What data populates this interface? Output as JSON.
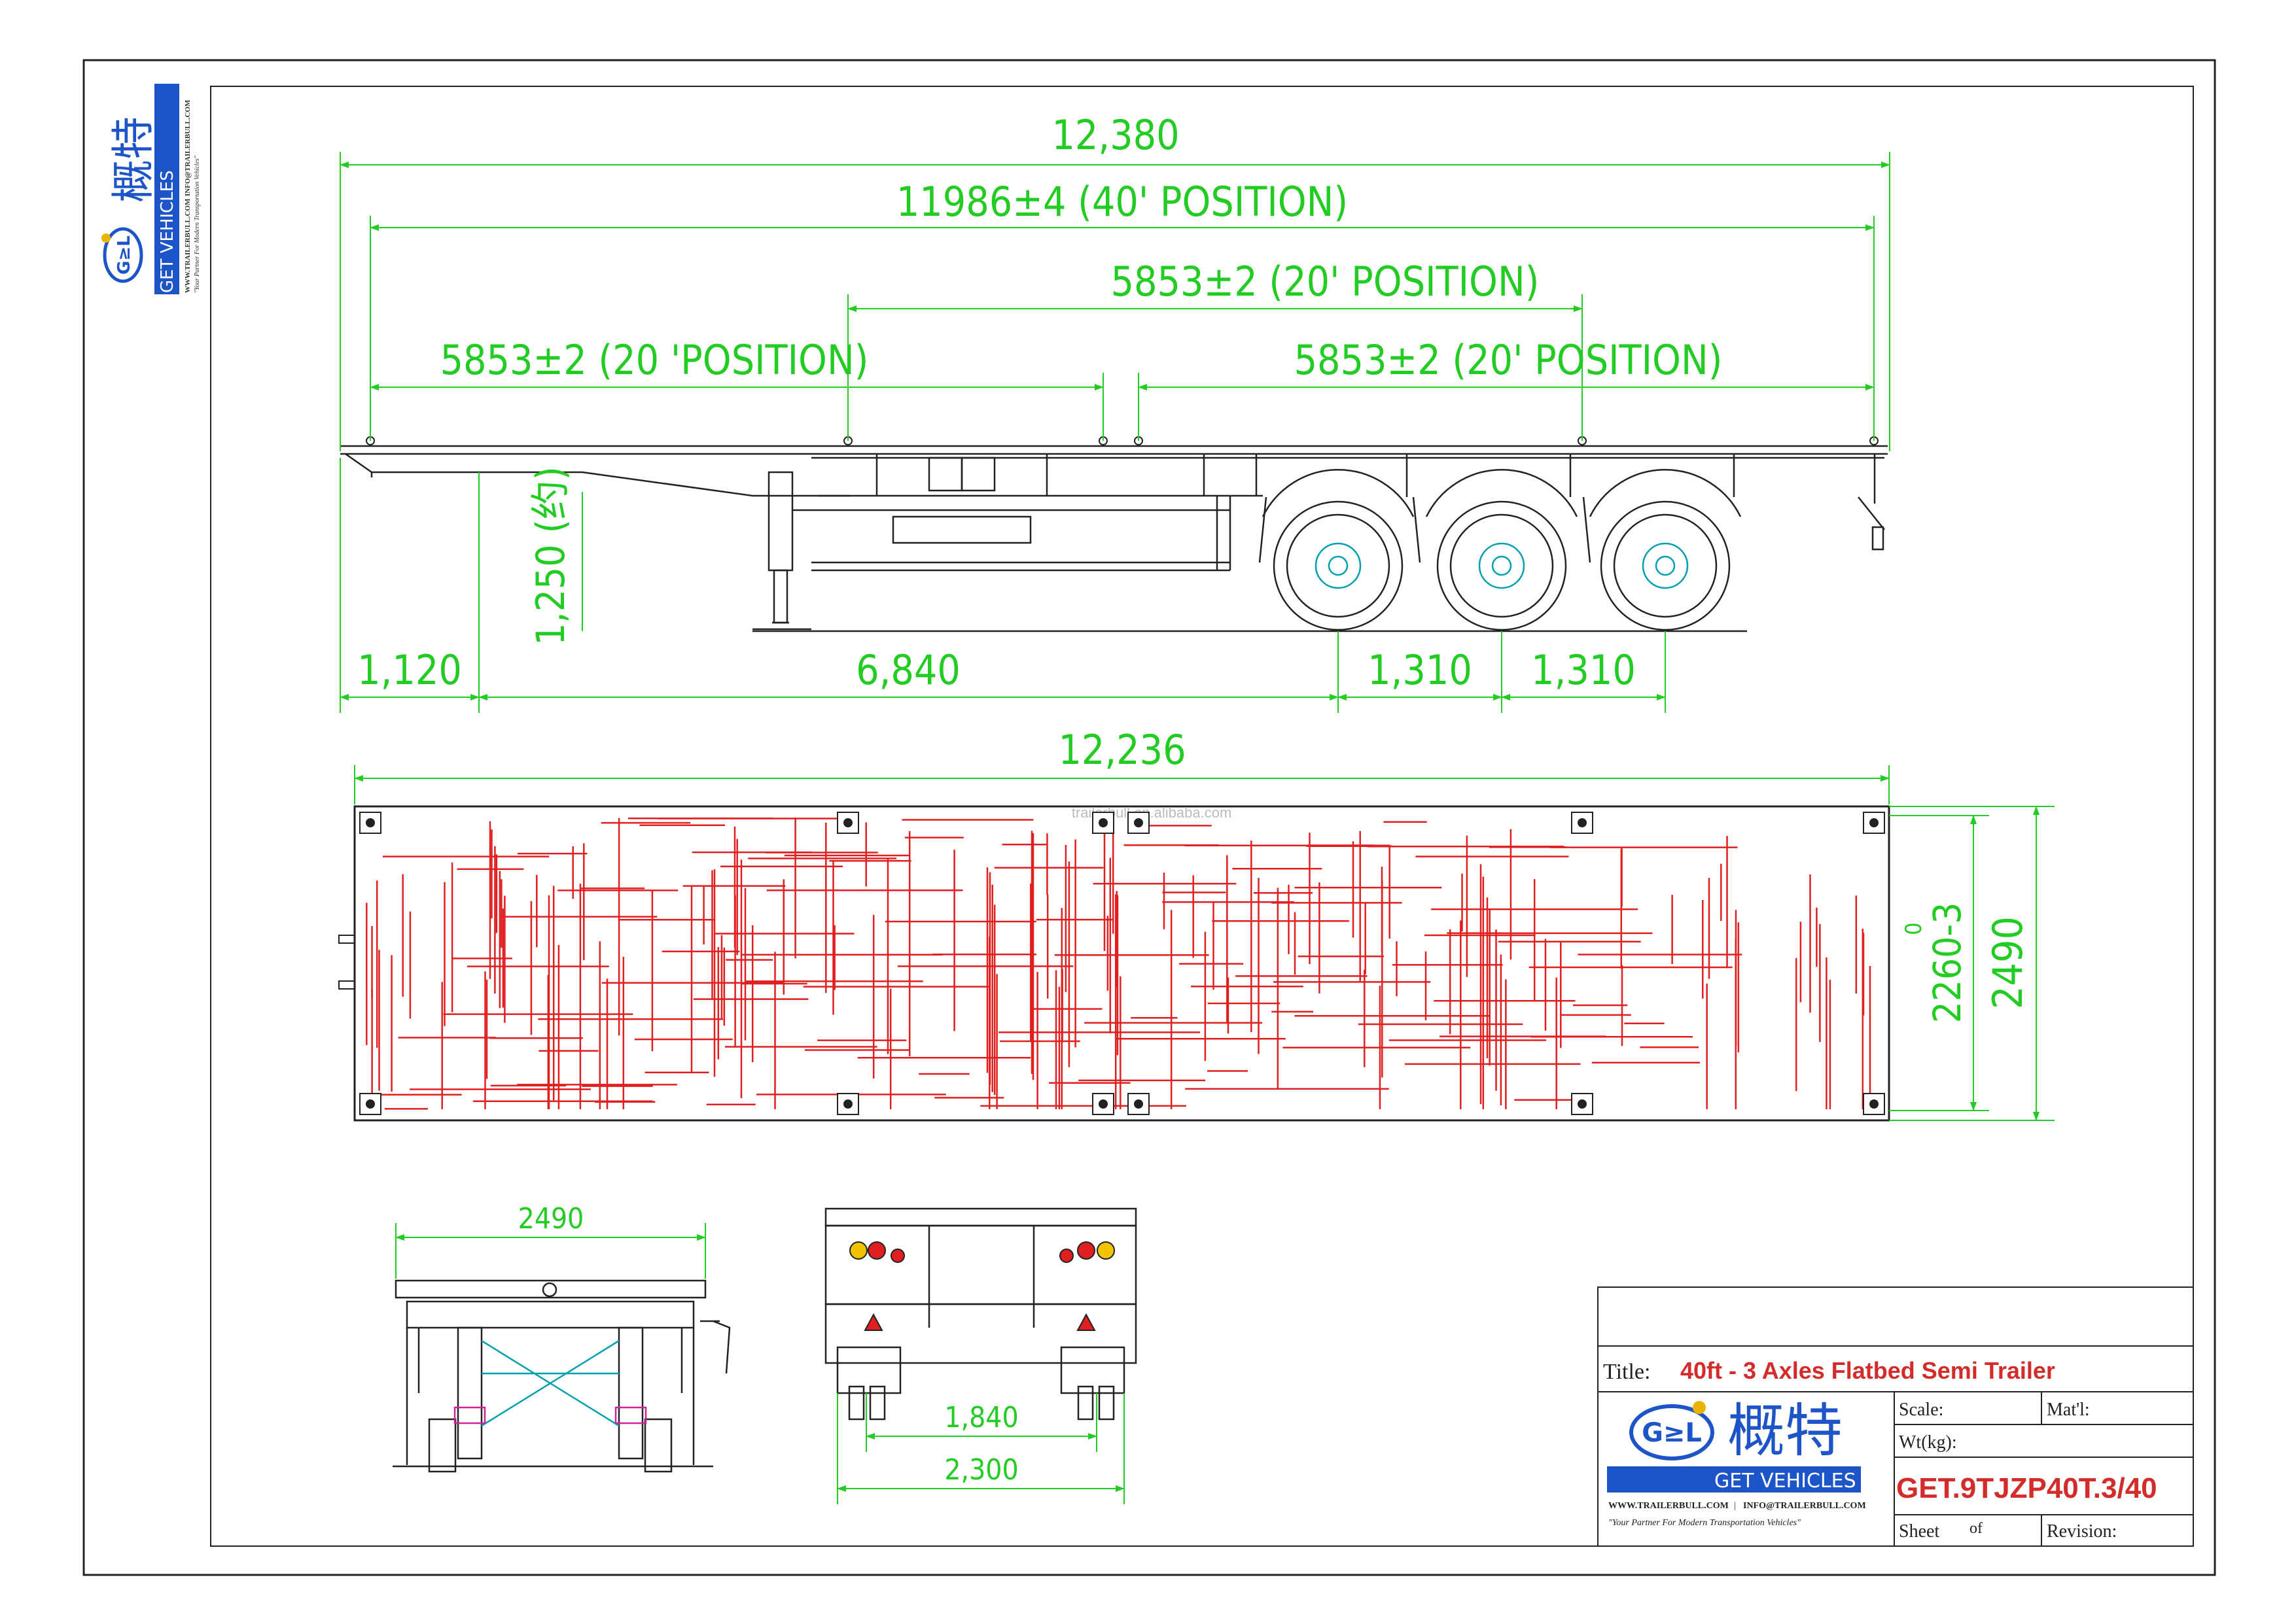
{
  "colors": {
    "line": "#222222",
    "dimension": "#22cc22",
    "hatch": "#e02020",
    "axle": "#00a0b0",
    "brand_blue": "#1d55c8",
    "title_red": "#d42b2b"
  },
  "logo": {
    "brand_cn": "概特",
    "brand_en": "GET VEHICLES",
    "website": "WWW.TRAILERBULL.COM",
    "email": "INFO@TRAILERBULL.COM",
    "slogan": "\"Your Partner For Modern Transportation Vehicles\""
  },
  "side_view": {
    "overall_length": "12,380",
    "position_40ft": "11986±4 (40' POSITION)",
    "position_20ft_middle": "5853±2 (20' POSITION)",
    "position_20ft_front": "5853±2 (20 'POSITION)",
    "position_20ft_rear": "5853±2 (20' POSITION)",
    "kingpin_height": "1,250 (约)",
    "front_overhang": "1,120",
    "kingpin_to_axle": "6,840",
    "axle_spacing_1": "1,310",
    "axle_spacing_2": "1,310"
  },
  "top_view": {
    "overall_length": "12,236",
    "inner_width": "2260-3",
    "inner_width_upper_tol": "0",
    "overall_width": "2490",
    "watermark": "trailerbull.en.alibaba.com"
  },
  "front_view": {
    "width": "2490"
  },
  "rear_view": {
    "track_inner": "1,840",
    "track_outer": "2,300"
  },
  "title_block": {
    "title_label": "Title:",
    "title": "40ft - 3 Axles Flatbed Semi Trailer",
    "scale_label": "Scale:",
    "mat_label": "Mat'l:",
    "weight_label": "Wt(kg):",
    "drawing_no": "GET.9TJZP40T.3/40",
    "sheet_label": "Sheet",
    "of_label": "of",
    "revision_label": "Revision:"
  }
}
